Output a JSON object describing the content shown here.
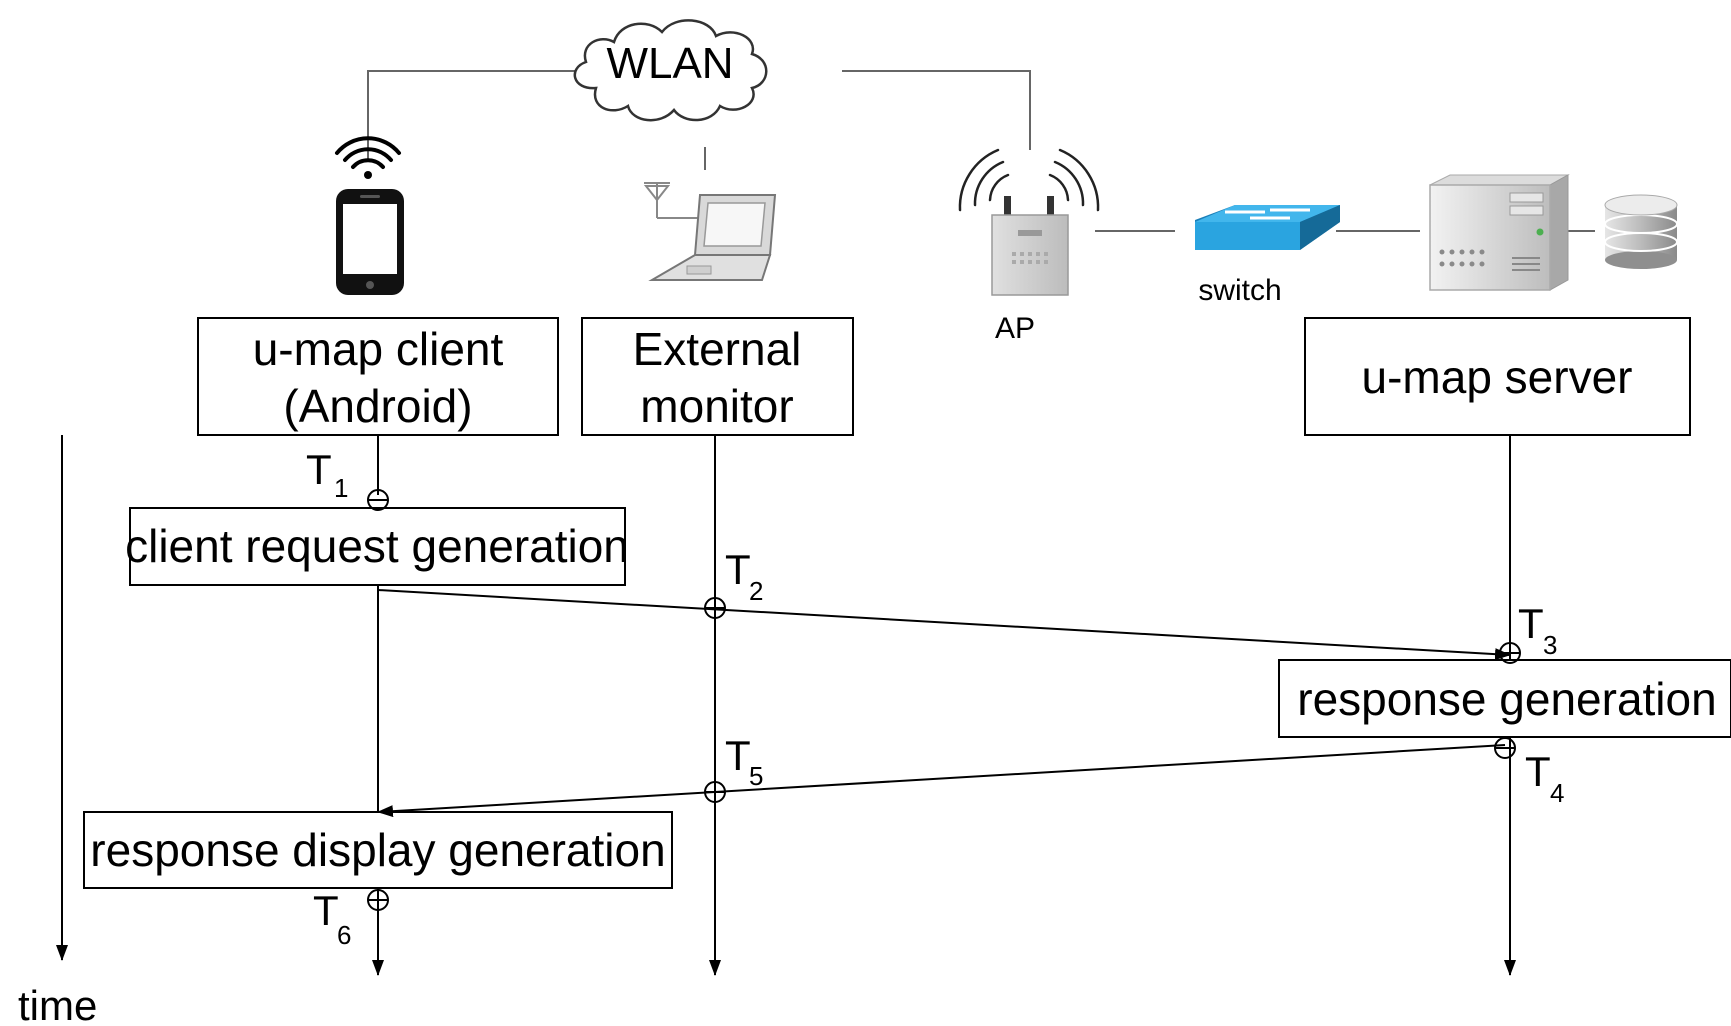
{
  "network": {
    "cloud_label": "WLAN",
    "ap_label": "AP",
    "switch_label": "switch"
  },
  "entities": {
    "client": {
      "line1": "u-map client",
      "line2": "(Android)"
    },
    "monitor": {
      "line1": "External",
      "line2": "monitor"
    },
    "server": {
      "line1": "u-map server"
    }
  },
  "processes": {
    "client_request": "client request generation",
    "response": "response generation",
    "response_display": "response display generation"
  },
  "timestamps": [
    {
      "main": "T",
      "sub": "1"
    },
    {
      "main": "T",
      "sub": "2"
    },
    {
      "main": "T",
      "sub": "3"
    },
    {
      "main": "T",
      "sub": "4"
    },
    {
      "main": "T",
      "sub": "5"
    },
    {
      "main": "T",
      "sub": "6"
    }
  ],
  "axis": {
    "time_label": "time"
  },
  "colors": {
    "line": "#000000",
    "connector": "#666666",
    "switch_blue": "#2aa4e0",
    "device_gray": "#c8c8c8"
  }
}
